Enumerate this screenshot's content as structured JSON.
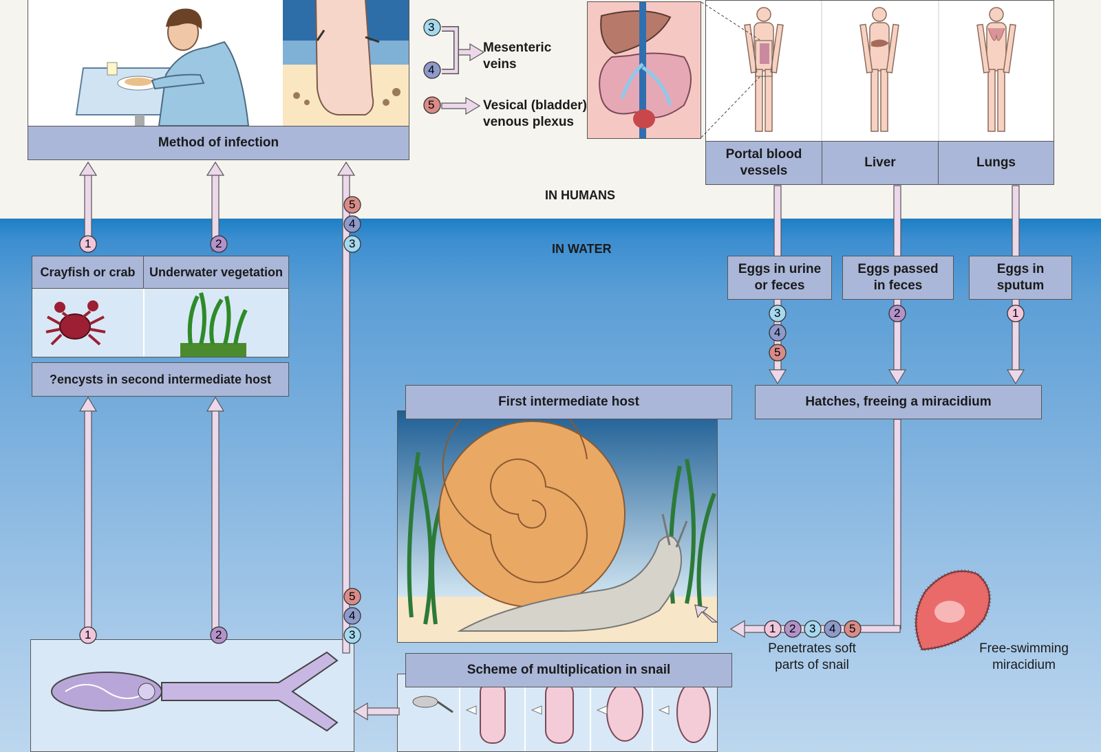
{
  "zones": {
    "humans": "IN HUMANS",
    "water": "IN WATER"
  },
  "method": {
    "label": "Method of infection"
  },
  "veins": {
    "mesenteric": "Mesenteric\nveins",
    "vesical_line1": "Vesical (bladder)",
    "vesical_line2": "venous plexus"
  },
  "organs": {
    "portal": "Portal blood\nvessels",
    "liver": "Liver",
    "lungs": "Lungs"
  },
  "eggs": {
    "urine": "Eggs in urine\nor feces",
    "feces": "Eggs passed\nin feces",
    "sputum": "Eggs in\nsputum"
  },
  "hatches": "Hatches, freeing a miracidium",
  "second_host": {
    "crayfish": "Crayfish or crab",
    "vegetation": "Underwater vegetation",
    "footer": "?encysts in second intermediate host"
  },
  "first_host": {
    "title": "First intermediate host",
    "scheme": "Scheme of multiplication in snail"
  },
  "penetrates": "Penetrates soft\nparts of snail",
  "miracidium": "Free-swimming\nmiracidium",
  "badges": {
    "n1": "1",
    "n2": "2",
    "n3": "3",
    "n4": "4",
    "n5": "5"
  },
  "colors": {
    "b1": "#f0c6dc",
    "b2": "#b392c9",
    "b3": "#a6d9ef",
    "b4": "#8e9acb",
    "b5": "#d98b88",
    "header": "#aab7d9",
    "water": "#3c8ed0"
  },
  "icons": [
    "crab-icon",
    "seaweed-icon",
    "snail-icon",
    "human-figure-icon",
    "organs-icon",
    "miracidium-icon",
    "cercaria-icon",
    "sporocyst-icon"
  ]
}
